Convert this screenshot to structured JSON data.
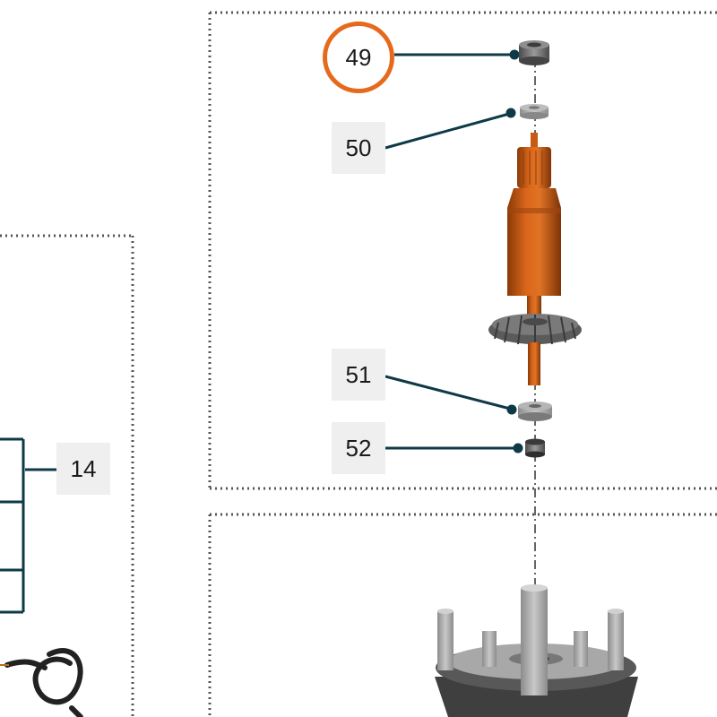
{
  "diagram": {
    "callouts": [
      {
        "id": "49",
        "label": "49",
        "highlighted": true
      },
      {
        "id": "50",
        "label": "50",
        "highlighted": false
      },
      {
        "id": "51",
        "label": "51",
        "highlighted": false
      },
      {
        "id": "52",
        "label": "52",
        "highlighted": false
      },
      {
        "id": "14",
        "label": "14",
        "highlighted": false
      }
    ],
    "colors": {
      "leader_line": "#0e3a47",
      "highlight_ring": "#e56a1c",
      "armature_copper": "#c85a14",
      "part_gray": "#7d7d7d",
      "dotted_border": "#555555"
    },
    "icons": [
      "bearing-icon",
      "washer-icon",
      "armature-icon",
      "fan-icon",
      "housing-icon",
      "spring-icon"
    ]
  }
}
